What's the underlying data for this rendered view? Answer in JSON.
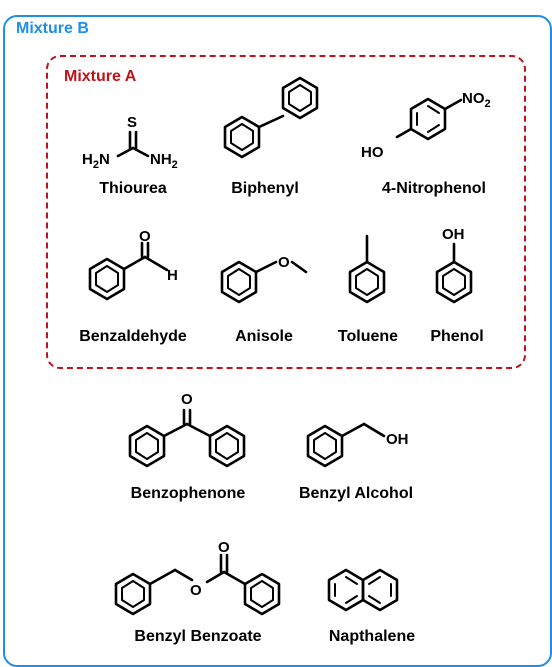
{
  "outer_group": {
    "title": "Mixture B",
    "color": "#1f8fe6"
  },
  "inner_group": {
    "title": "Mixture A",
    "color": "#c0121a"
  },
  "compounds": {
    "thiourea": {
      "name": "Thiourea",
      "s": "S",
      "nh2_left": "H",
      "nh2_left_n": "N",
      "nh2_right_n": "NH",
      "sub2": "2"
    },
    "biphenyl": {
      "name": "Biphenyl"
    },
    "nitrophenol": {
      "name": "4-Nitrophenol",
      "ho": "HO",
      "no": "NO",
      "sub2": "2"
    },
    "benzaldehyde": {
      "name": "Benzaldehyde",
      "o": "O",
      "h": "H"
    },
    "anisole": {
      "name": "Anisole",
      "o": "O"
    },
    "toluene": {
      "name": "Toluene"
    },
    "phenol": {
      "name": "Phenol",
      "oh": "OH"
    },
    "benzophenone": {
      "name": "Benzophenone",
      "o": "O"
    },
    "benzyl_alcohol": {
      "name": "Benzyl Alcohol",
      "oh": "OH"
    },
    "benzyl_benzoate": {
      "name": "Benzyl Benzoate",
      "o_ester": "O",
      "o_carbonyl": "O"
    },
    "napthalene": {
      "name": "Napthalene"
    }
  }
}
